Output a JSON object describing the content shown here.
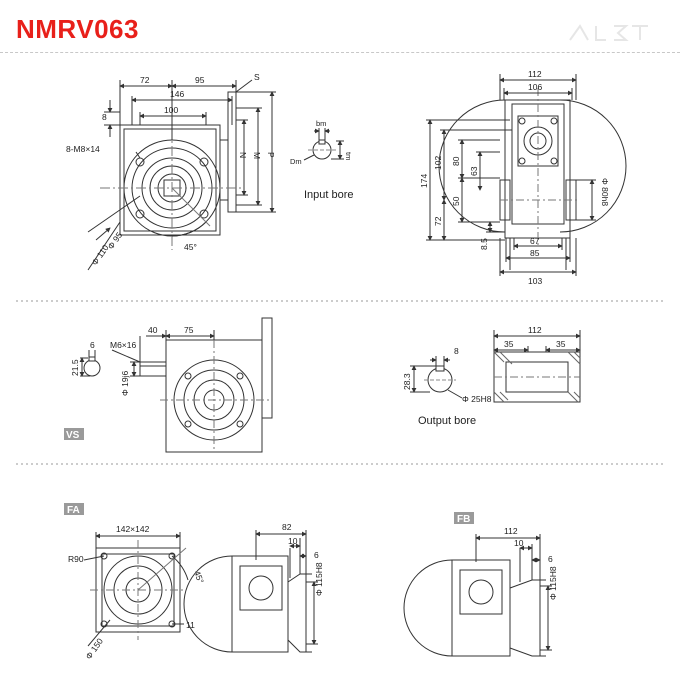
{
  "title": "NMRV063",
  "top_view": {
    "dims": [
      "72",
      "95",
      "146",
      "100",
      "S",
      "8",
      "8-M8×14",
      "N",
      "M",
      "P",
      "Φ 95",
      "Φ 110",
      "45°"
    ],
    "input_bore": {
      "label": "Input bore",
      "dims": [
        "bm",
        "Dm",
        "tm"
      ]
    }
  },
  "side_view": {
    "dims": [
      "112",
      "106",
      "174",
      "102",
      "80",
      "63",
      "72",
      "50",
      "8.5",
      "Φ 80h8",
      "67",
      "85",
      "103"
    ]
  },
  "vs_view": {
    "tag": "VS",
    "dims": [
      "6",
      "21.5",
      "M6×16",
      "40",
      "75",
      "Φ 19j6"
    ]
  },
  "output": {
    "label": "Output bore",
    "dims": [
      "8",
      "28.3",
      "Φ 25H8",
      "112",
      "35",
      "35"
    ]
  },
  "fa": {
    "tag": "FA",
    "dims": [
      "142×142",
      "R90",
      "45°",
      "Φ 150",
      "11",
      "82",
      "10",
      "6",
      "Φ 115H8"
    ]
  },
  "fb": {
    "tag": "FB",
    "dims": [
      "112",
      "10",
      "6",
      "Φ 115H8"
    ]
  },
  "colors": {
    "title": "#e8201a",
    "line": "#333333",
    "tag": "#9a9a9a",
    "separator": "#9a9a9a"
  }
}
